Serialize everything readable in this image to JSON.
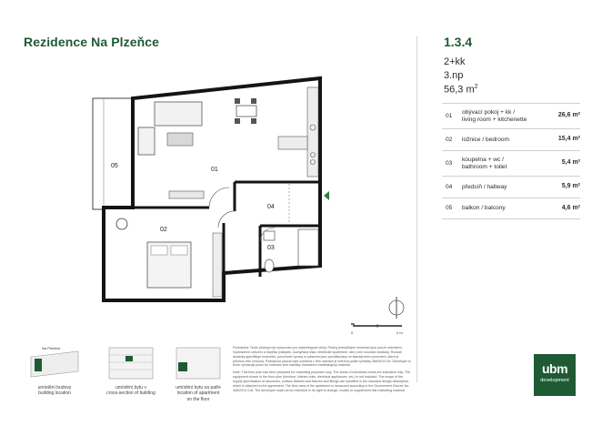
{
  "project": {
    "title": "Rezidence Na Plzeňce"
  },
  "unit": {
    "id": "1.3.4",
    "layout": "2+kk",
    "floor": "3.np",
    "area": "56,3 m",
    "area_sup": "2"
  },
  "rooms": [
    {
      "num": "01",
      "name_cz": "obývací pokoj + kk /",
      "name_en": "living room + kitchenette",
      "area": "26,6 m²"
    },
    {
      "num": "02",
      "name_cz": "ložnice / bedroom",
      "name_en": "",
      "area": "15,4 m²"
    },
    {
      "num": "03",
      "name_cz": "koupelna + wc /",
      "name_en": "bathroom + toilet",
      "area": "5,4 m²"
    },
    {
      "num": "04",
      "name_cz": "předsíň / hallway",
      "name_en": "",
      "area": "5,9 m²"
    },
    {
      "num": "05",
      "name_cz": "balkon / balcony",
      "name_en": "",
      "area": "4,6 m²"
    }
  ],
  "plan_labels": {
    "r01": "01",
    "r02": "02",
    "r03": "03",
    "r04": "04",
    "r05": "05"
  },
  "scale": {
    "start": "0",
    "end": "2 m"
  },
  "minimaps": [
    {
      "caption": "umístění budovy\nbuilding location",
      "label": "Na Plzeňce"
    },
    {
      "caption": "umístění bytu v\ncross-section of building"
    },
    {
      "caption": "umístění bytu na patře\nlocation of apartment\non the floor"
    }
  ],
  "notes": {
    "cz": "Poznámka: Tento půdorys byl zpracován pro marketingové účely. Plochy jednotlivých místností jsou pouze orientační. Vyobrazené zařízení a doplňky (nábytek, kuchyňská linka, elektrické spotřebiče, atd.) není součástí dodávky. Rozsah dodávky specifikuje konkrétní, povrchové úpravy a vybavení jsou specifikovány ve standardním provedení, které je přílohou této smlouvy. Podlahová plocha bytu uvedená v této nabídce je měřena podle vyhlášky 366/2013 Sb. Developer si tímto vyhrazuje právo ke změnám této nabídky. Ilustrativní marketingový materiál.",
    "en": "Note: This floor plan has been prepared for marketing purposes only. The areas of individual rooms are indicative only. The equipment shown in the floor plan (furniture, kitchen units, electrical appliances, etc.) is not included. The scope of the supply specification of structures, surface finishes and fixtures and fittings are specified in the standard design description, which is attached to the agreement. The floor area of the apartment is measured according to the Government Decree No. 366/2013 Coll. The developer shall not be restricted in its right to change, modify or supplement this marketing material."
  },
  "logo": {
    "mark": "ubm",
    "word": "development"
  },
  "colors": {
    "brand": "#1f5a35",
    "wall": "#141414",
    "accent": "#2e7a4a"
  }
}
